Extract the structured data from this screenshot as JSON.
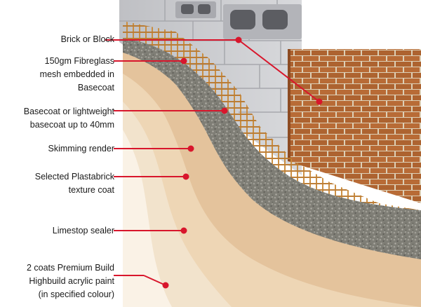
{
  "labels": [
    {
      "id": "brick",
      "lines": [
        "Brick or Block"
      ]
    },
    {
      "id": "mesh",
      "lines": [
        "150gm Fibreglass",
        "mesh embedded in",
        "Basecoat"
      ]
    },
    {
      "id": "basecoat",
      "lines": [
        "Basecoat or lightweight",
        "basecoat up to 40mm"
      ]
    },
    {
      "id": "skim",
      "lines": [
        "Skimming render"
      ]
    },
    {
      "id": "texture",
      "lines": [
        "Selected Plastabrick",
        "texture coat"
      ]
    },
    {
      "id": "sealer",
      "lines": [
        "Limestop sealer"
      ]
    },
    {
      "id": "paint",
      "lines": [
        "2 coats Premium Build",
        "Highbuild acrylic paint",
        "(in specified colour)"
      ]
    }
  ],
  "colors": {
    "leader": "#d8162c",
    "label_text": "#1a1a1a",
    "block": "#c9cace",
    "brick": "#b66a35",
    "mortar": "#dccfb8",
    "mesh": "#c98a3a",
    "basecoat": "#8b8b83",
    "skim": "#e6c7a3",
    "texture": "#efd8bb",
    "sealer": "#f3e5d0",
    "paint": "#fbf4ea"
  }
}
